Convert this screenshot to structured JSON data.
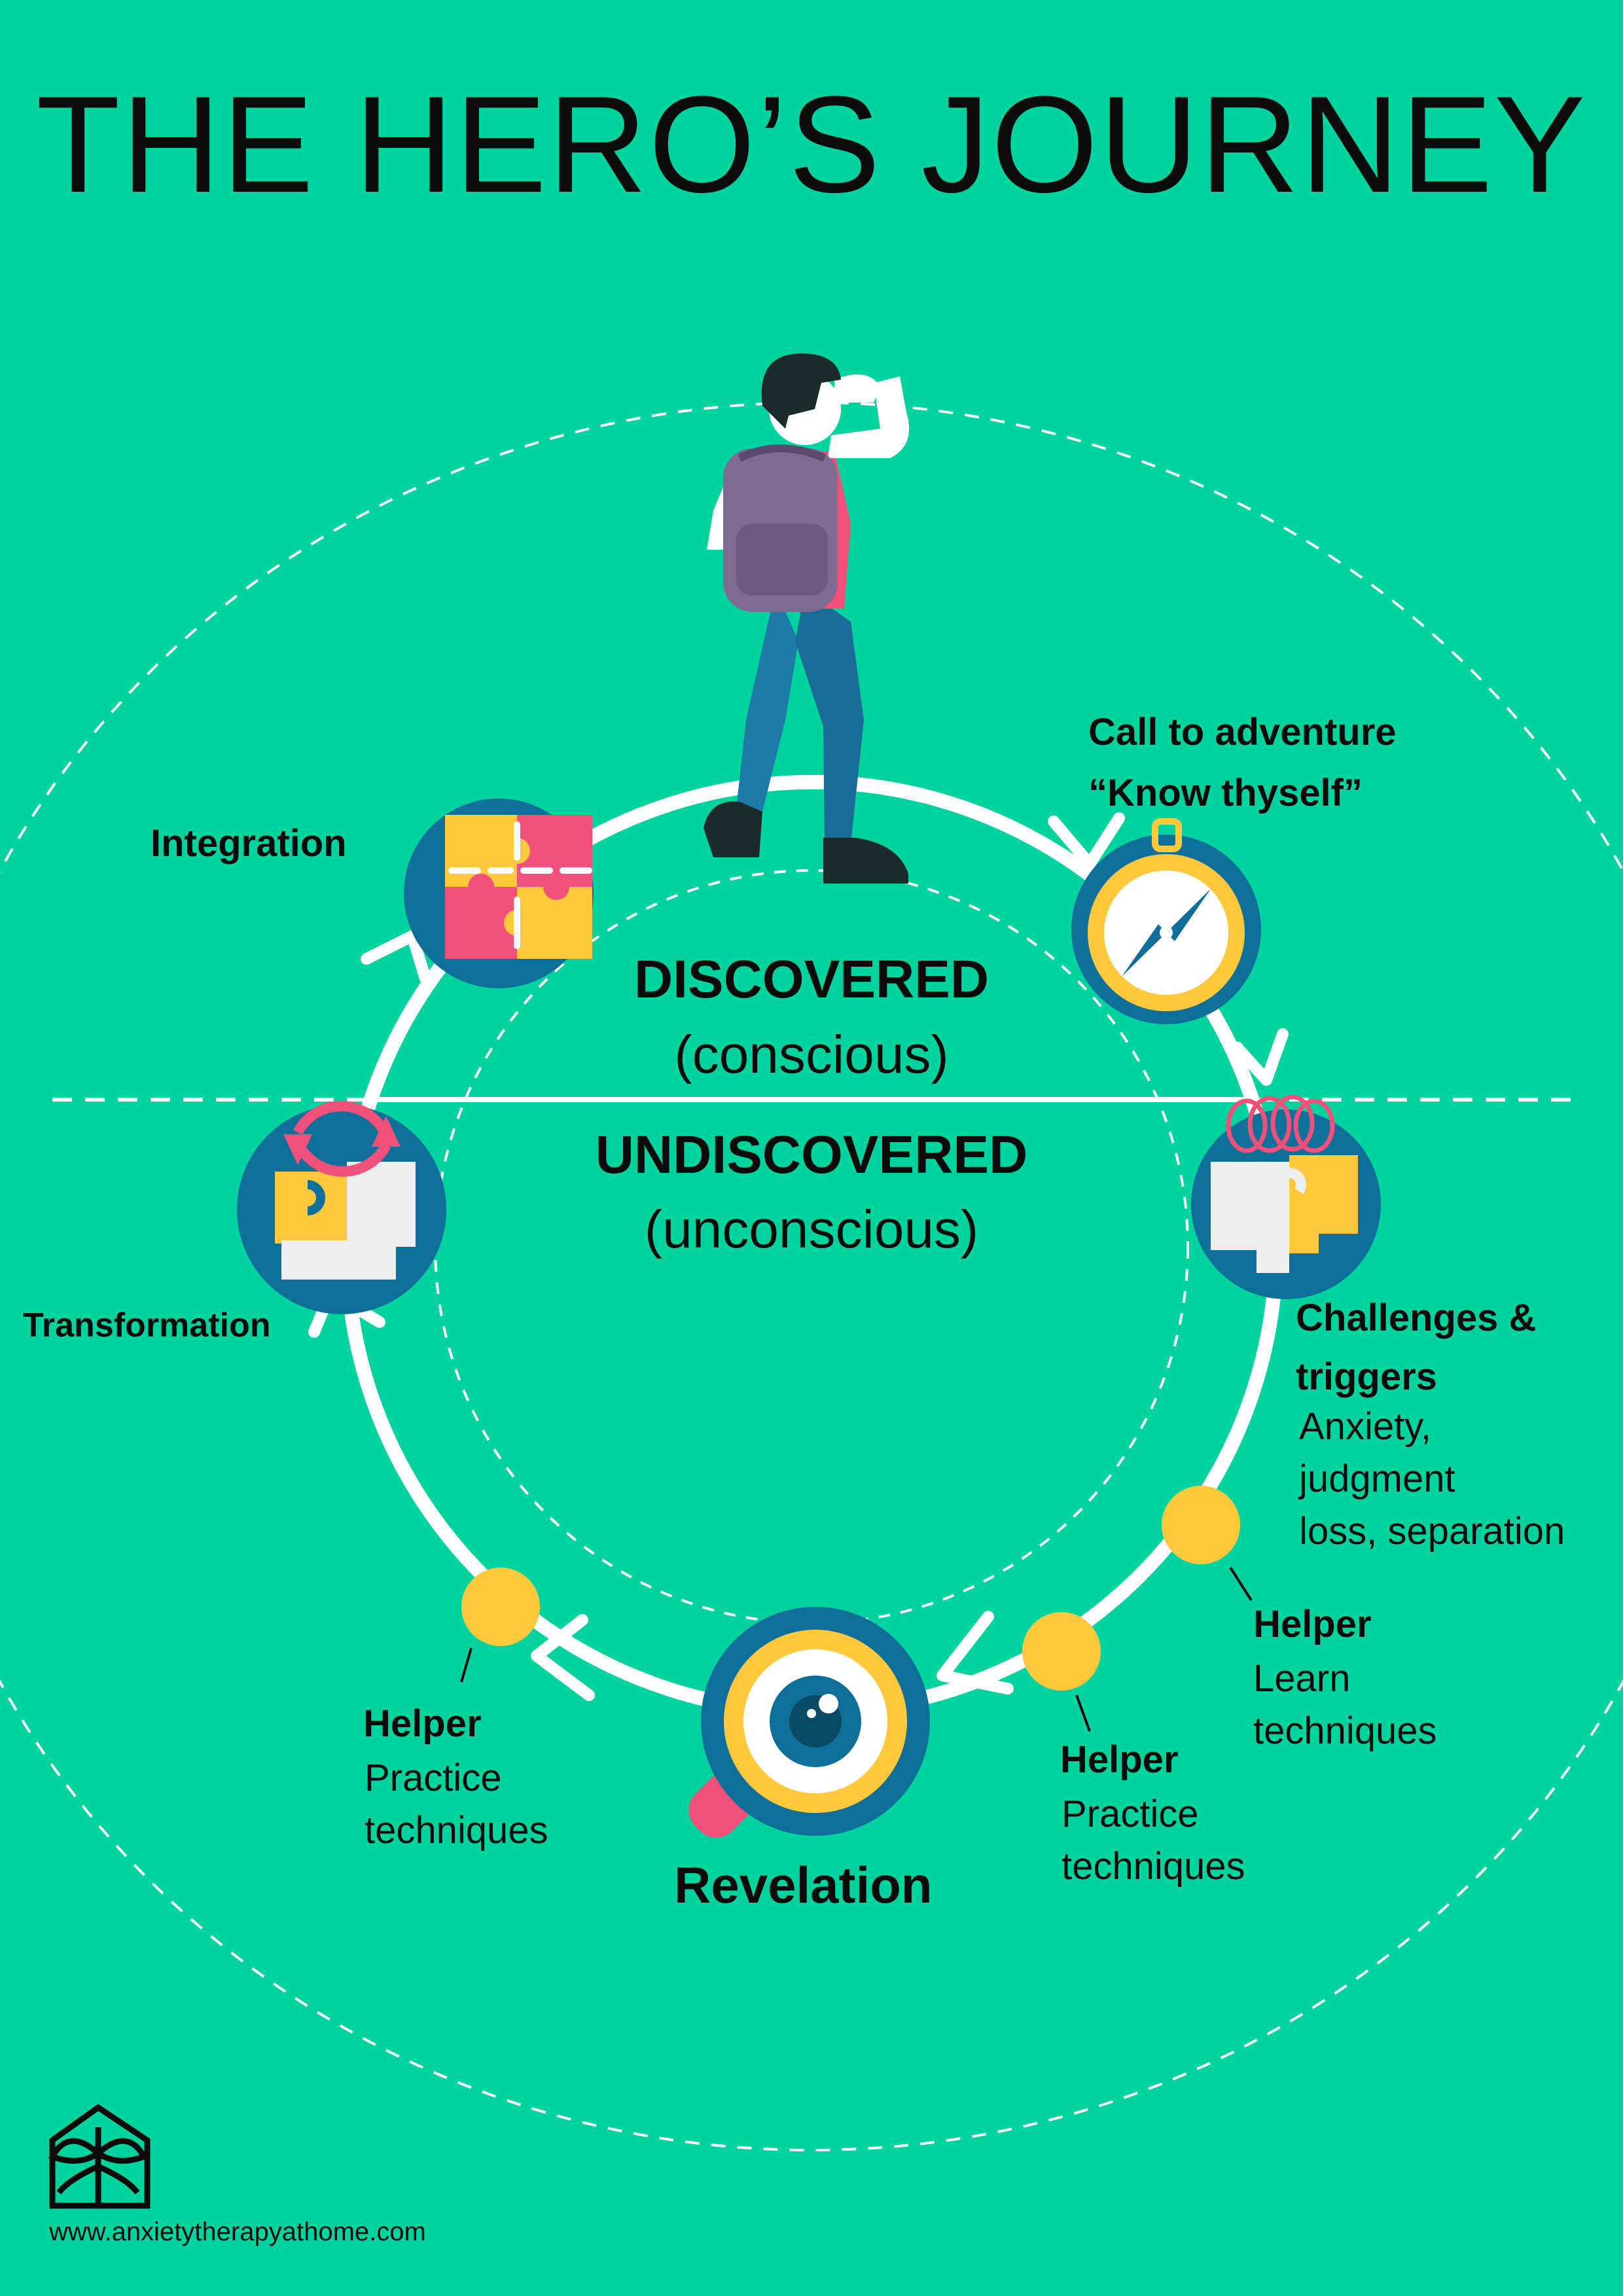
{
  "title": "THE HERO’S JOURNEY",
  "zones": {
    "discovered": "DISCOVERED",
    "discovered_sub": "(conscious)",
    "undiscovered": "UNDISCOVERED",
    "undiscovered_sub": "(unconscious)"
  },
  "stages": {
    "call": {
      "line1": "Call to adventure",
      "line2": "“Know thyself”"
    },
    "challenges": {
      "line1": "Challenges &",
      "line2": "triggers",
      "desc1": "Anxiety,",
      "desc2": "judgment",
      "desc3": "loss, separation"
    },
    "helper_right": {
      "title": "Helper",
      "desc1": "Learn",
      "desc2": "techniques"
    },
    "helper_bottom_right": {
      "title": "Helper",
      "desc1": "Practice",
      "desc2": "techniques"
    },
    "revelation": "Revelation",
    "helper_left": {
      "title": "Helper",
      "desc1": "Practice",
      "desc2": "techniques"
    },
    "transformation": "Transformation",
    "integration": "Integration"
  },
  "footer": {
    "url": "www.anxietytherapyathome.com"
  },
  "icons": [
    "compass-icon",
    "puzzle-icon",
    "brain-knot-icon",
    "magnifier-eye-icon",
    "cycle-arrows-icon",
    "dragonfly-house-logo"
  ],
  "colors": {
    "background": "#00D49E",
    "ring_dark": "#0E6F9A",
    "yellow": "#FFC83D",
    "pink": "#F0507A",
    "white": "#FFFFFF",
    "ink": "#0B0B0B"
  }
}
